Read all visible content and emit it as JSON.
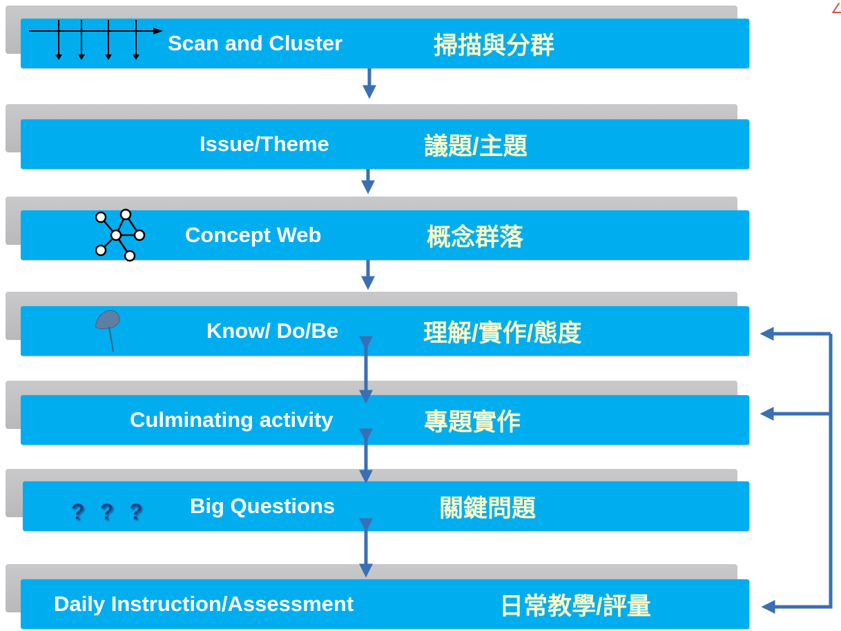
{
  "steps": [
    {
      "en": "Scan and Cluster",
      "zh": "掃描與分群",
      "icon": "scan-arrows-icon"
    },
    {
      "en": "Issue/Theme",
      "zh": "議題/主題",
      "icon": ""
    },
    {
      "en": "Concept Web",
      "zh": "概念群落",
      "icon": "concept-web-icon"
    },
    {
      "en": "Know/ Do/Be",
      "zh": "理解/實作/態度",
      "icon": "umbrella-icon"
    },
    {
      "en": "Culminating activity",
      "zh": "專題實作",
      "icon": ""
    },
    {
      "en": "Big Questions",
      "zh": "關鍵問題",
      "icon": "question-marks-icon"
    },
    {
      "en": "Daily Instruction/Assessment",
      "zh": "日常教學/評量",
      "icon": ""
    }
  ],
  "question_marks": [
    "?",
    "?",
    "?"
  ],
  "colors": {
    "bar": "#00aeef",
    "shadow": "#c0c0c2",
    "arrow": "#3a6fb5",
    "zh_text": "#fff9c8",
    "en_text": "#ffffff"
  }
}
